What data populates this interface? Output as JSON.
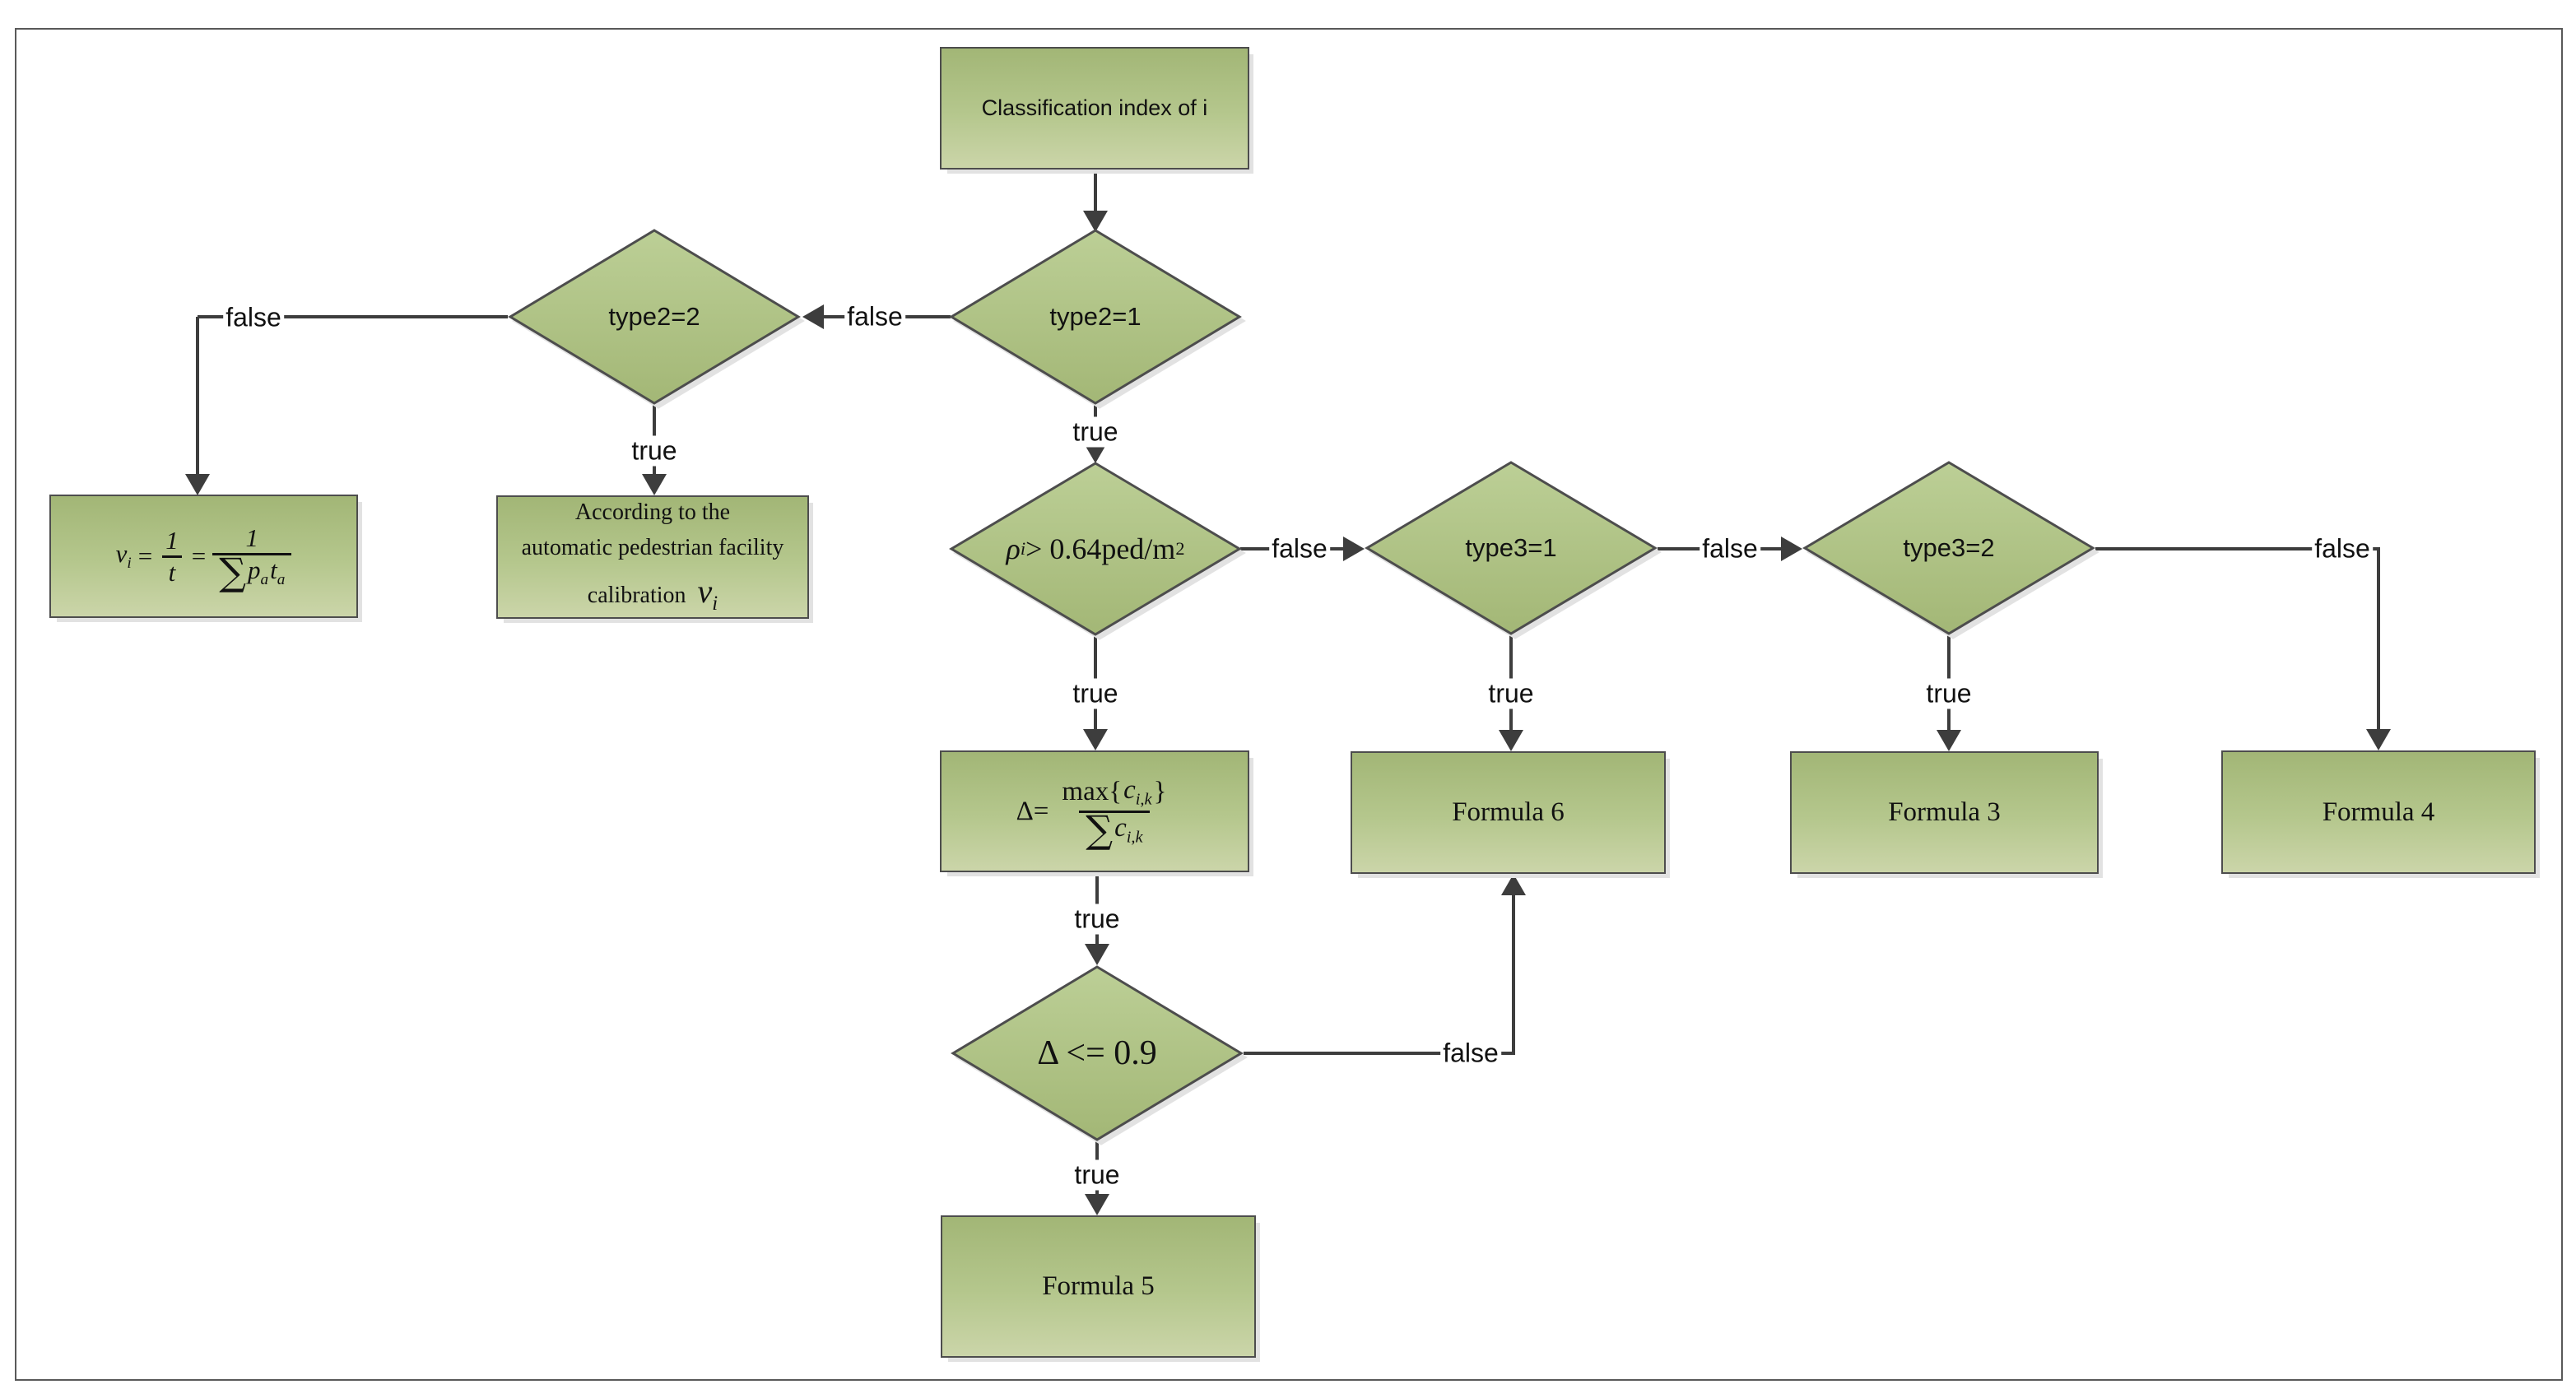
{
  "colors": {
    "box_fill_top": "#a2b676",
    "box_fill_bottom": "#cbd5a9",
    "diamond_fill_top": "#bccf96",
    "diamond_fill_bottom": "#a3b776",
    "node_border": "#4d4d4d",
    "arrow": "#3d3d3d",
    "frame_border": "#595959"
  },
  "nodes": {
    "classification": {
      "label": "Classification index of  i"
    },
    "type2eq1": {
      "label": "type2=1"
    },
    "type2eq2": {
      "label": "type2=2"
    },
    "vi_formula": {
      "v": "v",
      "i": "i",
      "eq1": "=",
      "one1": "1",
      "t1": "t",
      "eq2": "=",
      "one2": "1",
      "sigma": "∑",
      "p": "p",
      "a1": "a",
      "t2": "t",
      "a2": "a"
    },
    "according": {
      "line1": "According to the",
      "line2": "automatic pedestrian facility",
      "line3": "calibration",
      "v": "v",
      "i": "i"
    },
    "rho_cond": {
      "rho": "ρ",
      "i": "i",
      "rest": " > 0.64ped/m",
      "sup": "2"
    },
    "type3eq1": {
      "label": "type3=1"
    },
    "type3eq2": {
      "label": "type3=2"
    },
    "delta_formula": {
      "delta": "Δ",
      "eq": "=",
      "max": "max{",
      "c1": "c",
      "ik1": "i,k",
      "close": "}",
      "sigma": "∑",
      "c2": "c",
      "ik2": "i,k"
    },
    "formula6": {
      "label": "Formula 6"
    },
    "formula3": {
      "label": "Formula 3"
    },
    "formula4": {
      "label": "Formula 4"
    },
    "delta_cond": {
      "label": "Δ <= 0.9"
    },
    "formula5": {
      "label": "Formula 5"
    }
  },
  "edge_labels": {
    "false_to_vi": "false",
    "false_t21_t22": "false",
    "true_t22": "true",
    "true_t21": "true",
    "true_rho": "true",
    "false_rho_t31": "false",
    "true_t31": "true",
    "false_t31_t32": "false",
    "true_t32": "true",
    "false_t32": "false",
    "true_delta_box": "true",
    "false_delta": "false",
    "true_delta": "true"
  }
}
